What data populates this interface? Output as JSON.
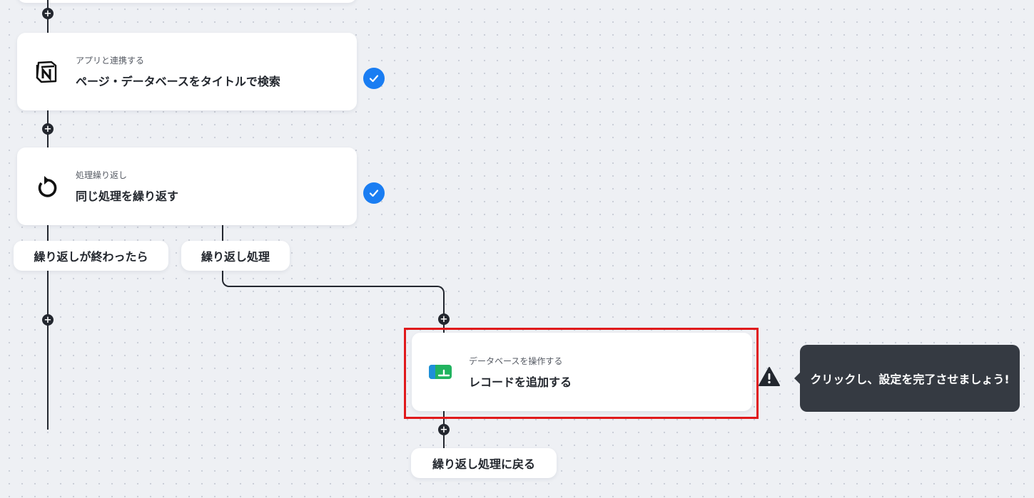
{
  "steps": [
    {
      "subtitle": "アプリと連携する",
      "title": "ページ・データベースをタイトルで検索",
      "icon": "notion-icon",
      "status": "completed"
    },
    {
      "subtitle": "処理繰り返し",
      "title": "同じ処理を繰り返す",
      "icon": "loop-icon",
      "status": "completed"
    },
    {
      "subtitle": "データベースを操作する",
      "title": "レコードを追加する",
      "icon": "database-add-icon",
      "status": "warning"
    }
  ],
  "branches": {
    "after_loop": "繰り返しが終わったら",
    "loop_body": "繰り返し処理",
    "return_to_loop": "繰り返し処理に戻る"
  },
  "tooltip": {
    "text": "クリックし、設定を完了させましょう!"
  },
  "colors": {
    "check": "#1a7df2",
    "highlight": "#e0191b",
    "tooltip_bg": "#353a42",
    "connector": "#23272f"
  }
}
